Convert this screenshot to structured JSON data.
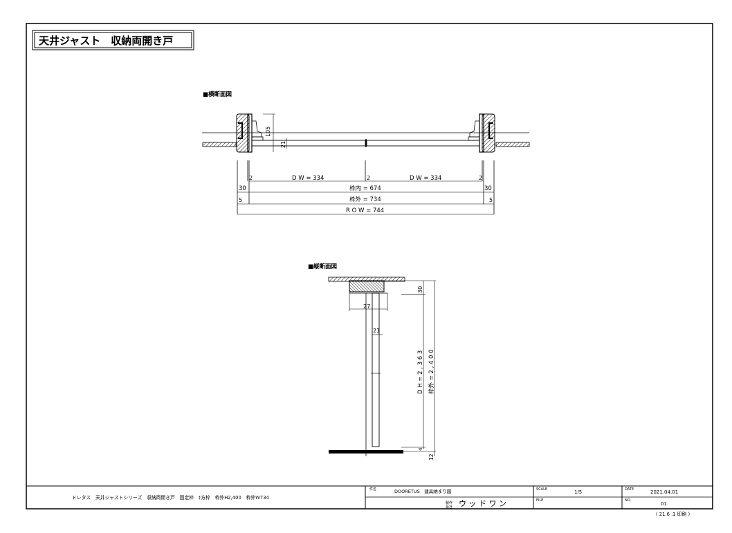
{
  "title": "天井ジャスト　収納両開き戸",
  "horizontal_section": {
    "label": "■横断面図",
    "dim_105": "105",
    "dim_21": "21",
    "dw_left": "D W = 334",
    "dw_right": "D W = 334",
    "dim_2_a": "2",
    "dim_2_b": "2",
    "dim_2_c": "2",
    "dim_30_left": "30",
    "dim_30_right": "30",
    "waku_uchi": "枠内 = 674",
    "dim_5_left": "5",
    "dim_5_right": "5",
    "waku_soto": "枠外 = 734",
    "row": "R O W = 744"
  },
  "vertical_section": {
    "label": "■縦断面図",
    "dim_30": "30",
    "dim_27": "27",
    "dim_21": "21",
    "dh": "D H = 2 , 3 6 3",
    "waku_soto": "枠外 = 2 , 4 0 0",
    "dim_4": "4",
    "dim_12": "12"
  },
  "title_block": {
    "description": "ドレタス　天井ジャストシリーズ　収納両開き戸　固定枠　ｷ方枠　枠外H2,400　枠外W734",
    "kenmei_label": "件名",
    "kenmei_value": "DOORETUS　建具納まり図",
    "maker_label": "製作\n会社",
    "maker_value": "ウ ッ ド ワ ン",
    "scale_label": "SCALE",
    "scale_value": "1/5",
    "file_label": "FILE",
    "file_value": "",
    "date_label": "DATE",
    "date_value": "2021.04.01",
    "no_label": "NO.",
    "no_value": "01",
    "print_note": "( 21.6 .1  印刷 )"
  }
}
